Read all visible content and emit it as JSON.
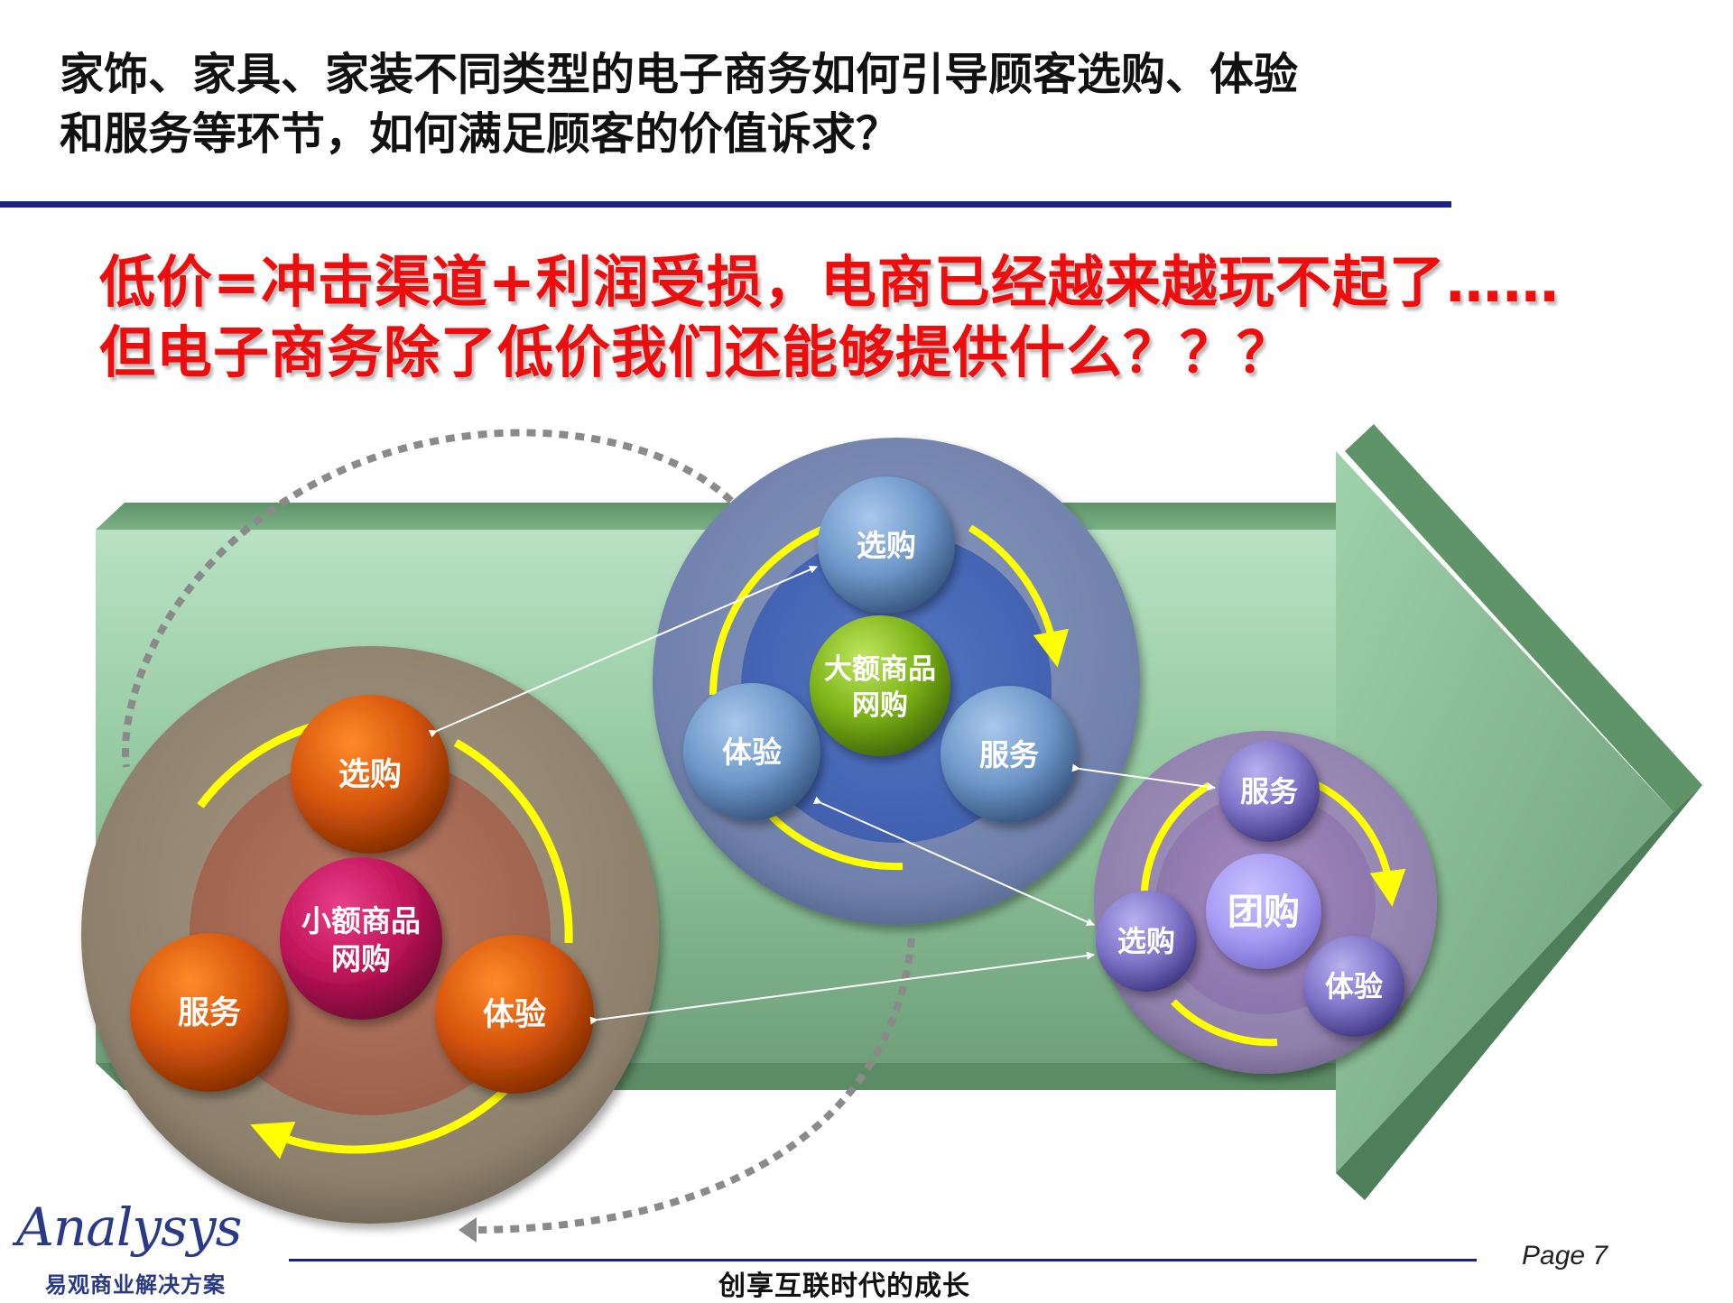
{
  "header": {
    "title_line1": "家饰、家具、家装不同类型的电子商务如何引导顾客选购、体验",
    "title_line2": "和服务等环节，如何满足顾客的价值诉求？"
  },
  "subtitle": {
    "line1": "低价=冲击渠道+利润受损，电商已经越来越玩不起了……",
    "line2": "但电子商务除了低价我们还能够提供什么？？？"
  },
  "diagram": {
    "small": {
      "center_line1": "小额商品",
      "center_line2": "网购",
      "purchase": "选购",
      "service": "服务",
      "experience": "体验"
    },
    "large": {
      "center_line1": "大额商品",
      "center_line2": "网购",
      "purchase": "选购",
      "experience": "体验",
      "service": "服务"
    },
    "group": {
      "center": "团购",
      "service": "服务",
      "purchase": "选购",
      "experience": "体验"
    }
  },
  "footer": {
    "logo": "Analysys",
    "logo_subtitle": "易观商业解决方案",
    "slogan": "创享互联时代的成长",
    "page": "Page 7"
  },
  "colors": {
    "title_rule": "#1c1f86",
    "subtitle_red": "#ee0d0d",
    "arrow_green": "#8fc59c",
    "ring_yellow": "#ffff00",
    "small_node": "#d5540a",
    "small_center": "#c0145a",
    "large_node": "#6f98c9",
    "large_center": "#7cb317",
    "group_node": "#7f74c8",
    "group_center": "#a79cf3"
  }
}
